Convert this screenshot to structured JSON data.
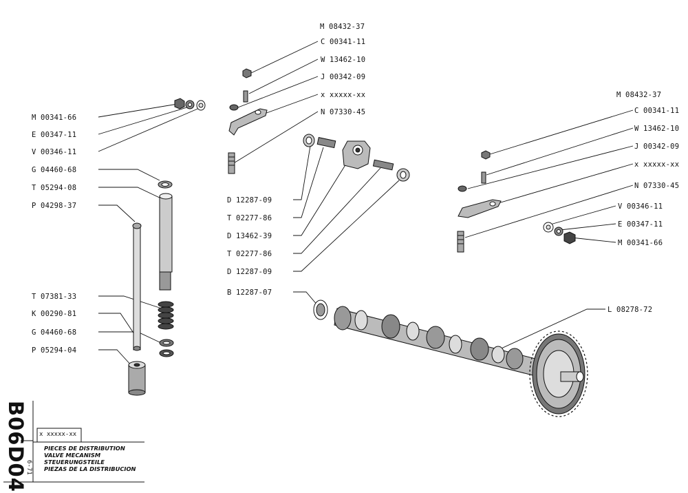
{
  "sheet": {
    "code": "B06D04.0",
    "date": "6-71",
    "placeholder_ref": "x xxxxx-xx",
    "titles": [
      "PIECES DE DISTRIBUTION",
      "VALVE MECANISM",
      "STEUERUNGSTEILE",
      "PIEZAS DE LA DISTRIBUCION"
    ]
  },
  "labels": {
    "top_group": [
      "M 08432-37",
      "C 00341-11",
      "W 13462-10",
      "J 00342-09",
      "x xxxxx-xx",
      "N 07330-45"
    ],
    "right_group": [
      "M 08432-37",
      "C 00341-11",
      "W 13462-10",
      "J 00342-09",
      "x xxxxx-xx",
      "N 07330-45",
      "V 00346-11",
      "E 00347-11",
      "M 00341-66",
      "L 08278-72"
    ],
    "left_group": [
      "M 00341-66",
      "E 00347-11",
      "V 00346-11",
      "G 04460-68",
      "T 05294-08",
      "P 04298-37",
      "T 07381-33",
      "K 00290-81",
      "G 04460-68",
      "P 05294-04"
    ],
    "middle_group": [
      "D 12287-09",
      "T 02277-86",
      "D 13462-39",
      "T 02277-86",
      "D 12287-09",
      "B 12287-07"
    ]
  },
  "colors": {
    "ink": "#111111",
    "paper": "#ffffff",
    "shade": "#555555"
  }
}
